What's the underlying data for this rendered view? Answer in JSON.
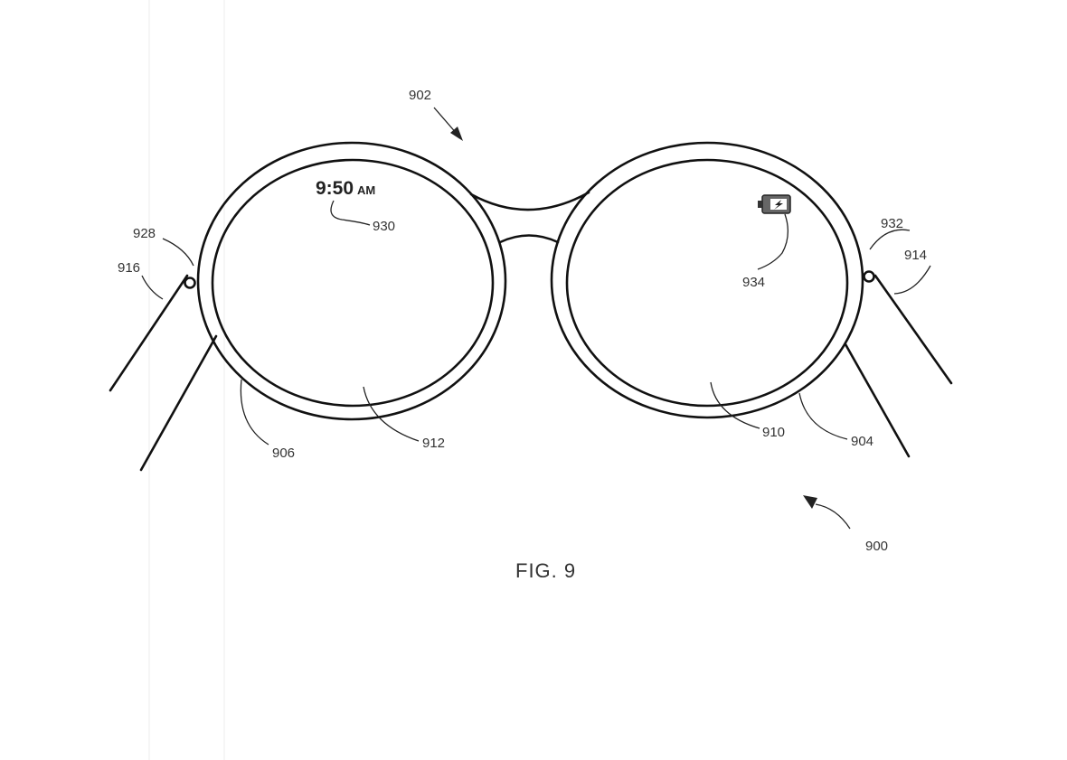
{
  "figure": {
    "caption": "FIG. 9",
    "clock": {
      "time": "9:50",
      "ampm": "AM"
    },
    "icons": {
      "battery": "battery-charging-icon"
    },
    "labels": {
      "l900": "900",
      "l902": "902",
      "l904": "904",
      "l906": "906",
      "l910": "910",
      "l912": "912",
      "l914": "914",
      "l916": "916",
      "l928": "928",
      "l930": "930",
      "l932": "932",
      "l934": "934"
    }
  }
}
